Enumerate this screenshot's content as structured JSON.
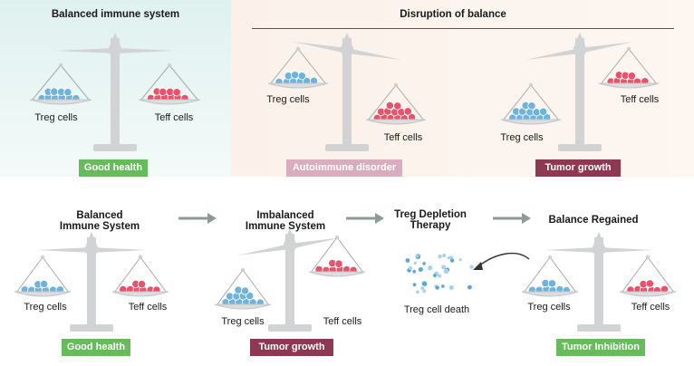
{
  "top": {
    "left_title": "Balanced immune system",
    "right_title": "Disruption of balance",
    "s1": {
      "left_cells": "Treg cells",
      "right_cells": "Teff cells",
      "badge": "Good health"
    },
    "s2": {
      "left_cells": "Treg cells",
      "right_cells": "Teff cells",
      "badge": "Autoimmune disorder"
    },
    "s3": {
      "left_cells": "Treg cells",
      "right_cells": "Teff cells",
      "badge": "Tumor growth"
    }
  },
  "bottom": {
    "step1": {
      "title": "Balanced\nImmune System",
      "left_cells": "Treg cells",
      "right_cells": "Teff cells",
      "badge": "Good health"
    },
    "step2": {
      "title": "Imbalanced\nImmune System",
      "left_cells": "Treg cells",
      "right_cells": "Teff cells",
      "badge": "Tumor growth"
    },
    "step3": {
      "title": "Treg Depletion\nTherapy",
      "caption": "Treg cell death"
    },
    "step4": {
      "title": "Balance Regained",
      "left_cells": "Treg cells",
      "right_cells": "Teff cells",
      "badge": "Tumor Inhibition"
    }
  },
  "colors": {
    "treg": "#6fb3dd",
    "teff": "#e8536b",
    "good": "#66bb5a",
    "autoimmune": "#d9adbd",
    "tumor": "#8e3854"
  }
}
